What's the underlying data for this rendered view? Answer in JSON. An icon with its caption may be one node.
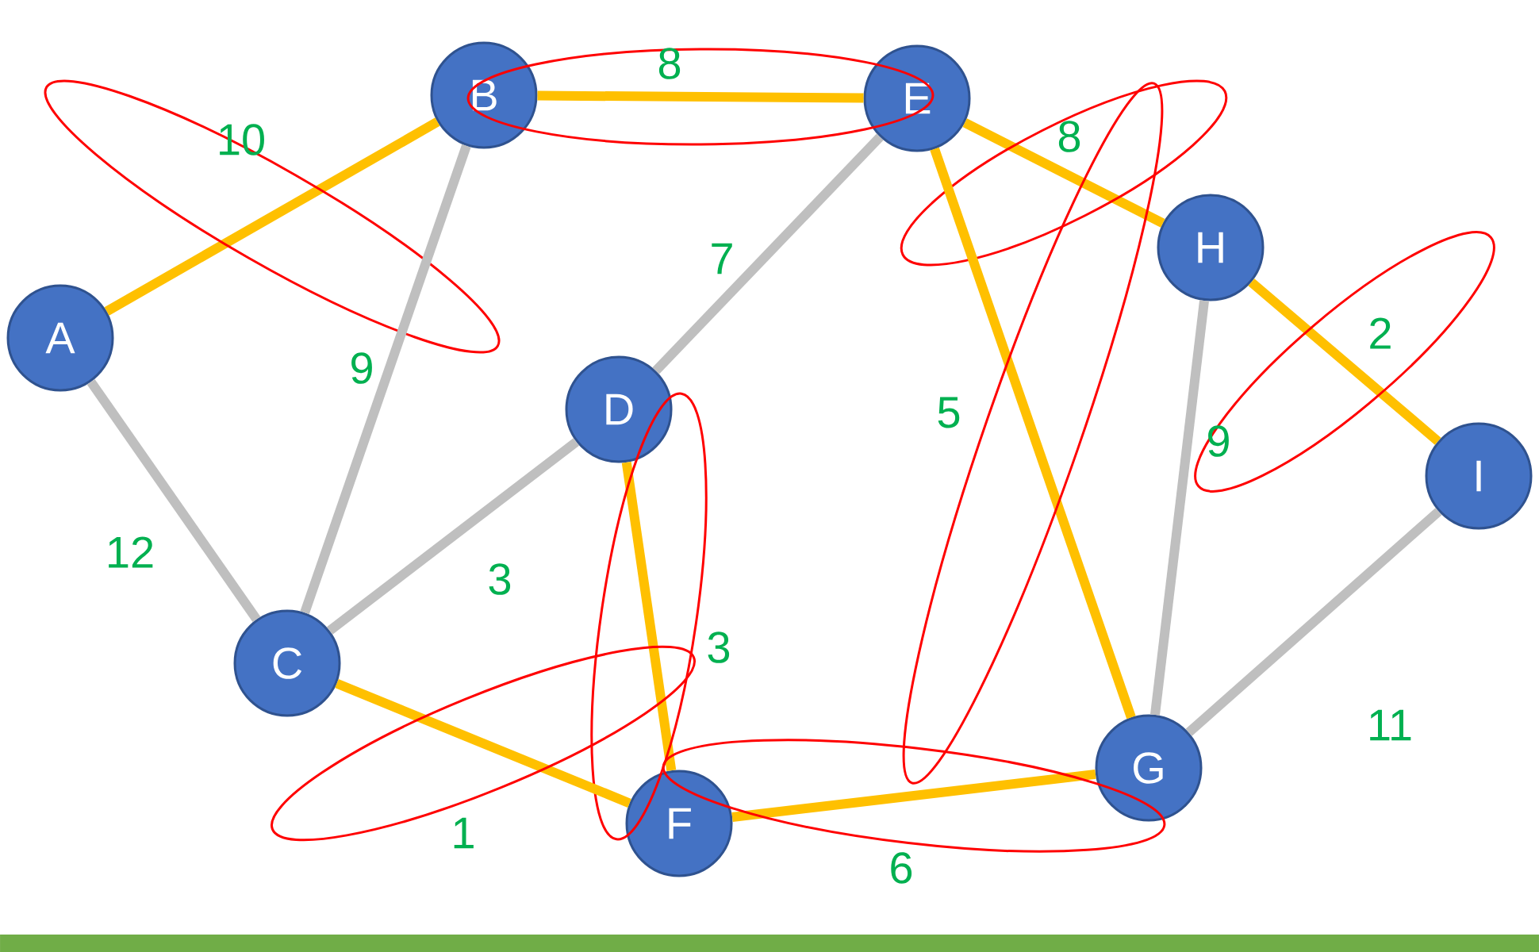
{
  "diagram": {
    "nodes": [
      {
        "text": [
          "A"
        ]
      },
      {
        "text": [
          "B"
        ]
      },
      {
        "text": [
          "E"
        ]
      },
      {
        "text": [
          "H"
        ]
      },
      {
        "text": [
          "D"
        ]
      },
      {
        "text": [
          "I"
        ]
      },
      {
        "text": [
          "C"
        ]
      },
      {
        "text": [
          "F"
        ]
      },
      {
        "text": [
          "G"
        ]
      }
    ],
    "edges": [
      {
        "from": 0,
        "to": 1,
        "arrow": "none",
        "label": "10"
      },
      {
        "from": 1,
        "to": 2,
        "arrow": "none",
        "label": "8"
      },
      {
        "from": 2,
        "to": 3,
        "arrow": "none",
        "label": "8"
      },
      {
        "from": 3,
        "to": 5,
        "arrow": "none",
        "label": "2"
      },
      {
        "from": 2,
        "to": 4,
        "arrow": "none",
        "label": "7",
        "color": "#bfbfbf"
      },
      {
        "from": 1,
        "to": 6,
        "arrow": "none",
        "label": "9",
        "color": "#bfbfbf"
      },
      {
        "from": 0,
        "to": 6,
        "arrow": "none",
        "label": "12",
        "color": "#bfbfbf"
      },
      {
        "from": 4,
        "to": 6,
        "arrow": "none",
        "label": "3",
        "color": "#bfbfbf"
      },
      {
        "from": 4,
        "to": 7,
        "arrow": "none",
        "label": "3"
      },
      {
        "from": 2,
        "to": 8,
        "arrow": "none",
        "label": "5"
      },
      {
        "from": 3,
        "to": 8,
        "arrow": "none",
        "label": "9",
        "color": "#bfbfbf"
      },
      {
        "from": 5,
        "to": 8,
        "arrow": "none",
        "label": "11",
        "color": "#bfbfbf"
      },
      {
        "from": 6,
        "to": 7,
        "arrow": "none",
        "label": "1"
      },
      {
        "from": 7,
        "to": 8,
        "arrow": "none",
        "label": "6"
      }
    ]
  }
}
